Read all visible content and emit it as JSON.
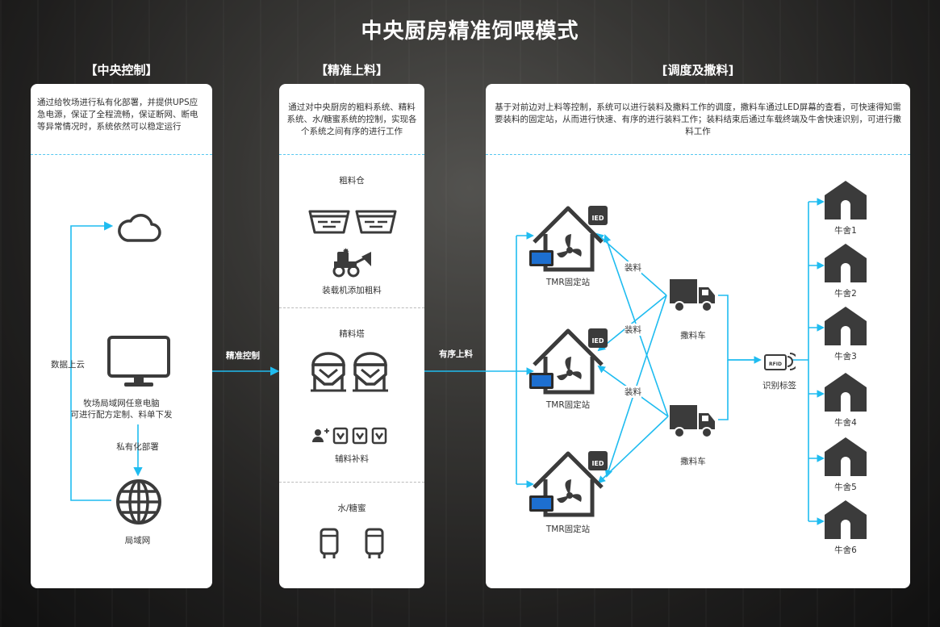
{
  "title": "中央厨房精准饲喂模式",
  "sections": {
    "central": {
      "title": "【中央控制】",
      "desc": "通过给牧场进行私有化部署，并提供UPS应急电源，保证了全程流畅，保证断网、断电等异常情况时，系统依然可以稳定运行",
      "cloud_to_pc_label": "数据上云",
      "pc_label_1": "牧场局域网任意电脑",
      "pc_label_2": "可进行配方定制、料单下发",
      "deploy_label": "私有化部署",
      "lan_label": "局域网"
    },
    "feeding": {
      "title": "【精准上料】",
      "desc": "通过对中央厨房的粗料系统、精料系统、水/糖蜜系统的控制，实现各个系统之间有序的进行工作",
      "coarse_title": "粗料仓",
      "coarse_caption": "装载机添加粗料",
      "fine_title": "精料塔",
      "aux_caption": "辅料补料",
      "water_title": "水/糖蜜"
    },
    "dispatch": {
      "title": "[调度及撒料]",
      "desc": "基于对前边对上料等控制，系统可以进行装料及撒料工作的调度，撒料车通过LED屏幕的查看，可快速得知需要装料的固定站，从而进行快速、有序的进行装料工作；装料结束后通过车载终端及牛舍快速识别，可进行撒料工作",
      "station_label": "TMR固定站",
      "load_label": "装料",
      "truck_label": "撒料车",
      "rfid_label": "识别标签",
      "rfid_text": "RFID",
      "led_text": "IED",
      "barns": [
        "牛舍1",
        "牛舍2",
        "牛舍3",
        "牛舍4",
        "牛舍5",
        "牛舍6"
      ]
    }
  },
  "links": {
    "precise_control": "精准控制",
    "ordered_feeding": "有序上料"
  },
  "colors": {
    "accent": "#1fbcf0",
    "icon": "#3b3b3b",
    "text": "#333333"
  }
}
